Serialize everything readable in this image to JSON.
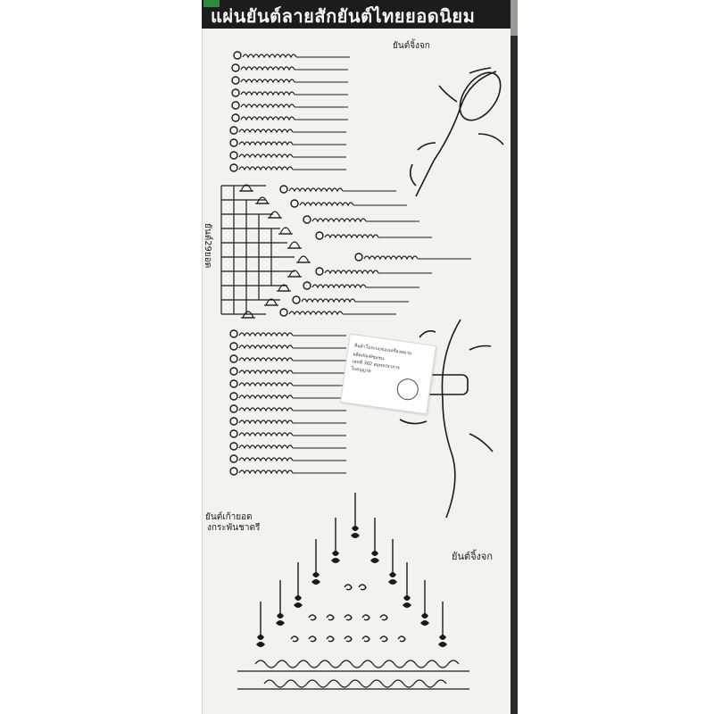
{
  "header": {
    "title": "แผ่นยันต์ลายสักยันต์ไทยยอดนิยม"
  },
  "labels": {
    "top_right": "ยันต์จิ้งจก",
    "left_vertical": "ยันต์29ยอด",
    "middle_left": "ยันต์เก้ายอด",
    "middle_left_2": "งกระพันชาตรี",
    "bottom_right": "ยันต์จิ้งจก"
  },
  "sticker": {
    "line1": "สินค้าในระบบของเครื่องหมาย",
    "line2": "ผลิตภัณฑ์ชุมชน",
    "line3": "เลขที่ 302 สมุทรปราการ",
    "line4": "ใบอนุญาต"
  },
  "colors": {
    "ink": "#1a1a1a",
    "paper": "#f3f3ee",
    "band": "#1c1c1c"
  }
}
